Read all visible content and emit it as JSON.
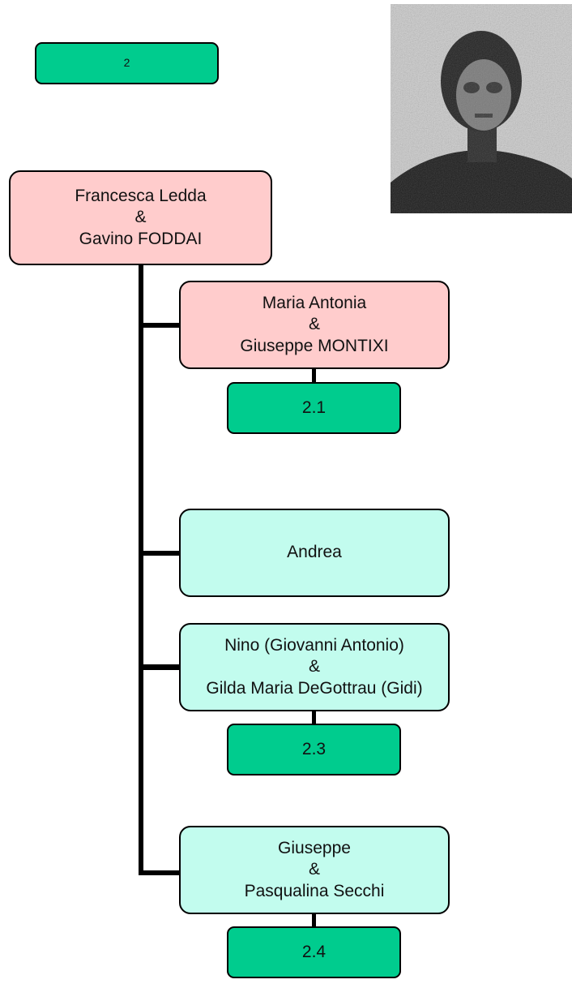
{
  "header_ref": {
    "label": "2"
  },
  "root": {
    "name": "Francesca Ledda",
    "amp": "&",
    "spouse": "Gavino FODDAI"
  },
  "children": [
    {
      "name": "Maria Antonia",
      "amp": "&",
      "spouse": "Giuseppe MONTIXI",
      "ref": "2.1"
    },
    {
      "name": "Andrea"
    },
    {
      "name": "Nino (Giovanni Antonio)",
      "amp": "&",
      "spouse": "Gilda Maria DeGottrau (Gidi)",
      "ref": "2.3"
    },
    {
      "name": "Giuseppe",
      "amp": "&",
      "spouse": "Pasqualina Secchi",
      "ref": "2.4"
    }
  ],
  "colors": {
    "couple_box": "#ffcccc",
    "single_box": "#c2fcee",
    "ref_box": "#00cc8e"
  },
  "photo": {
    "icon": "portrait-photo"
  }
}
